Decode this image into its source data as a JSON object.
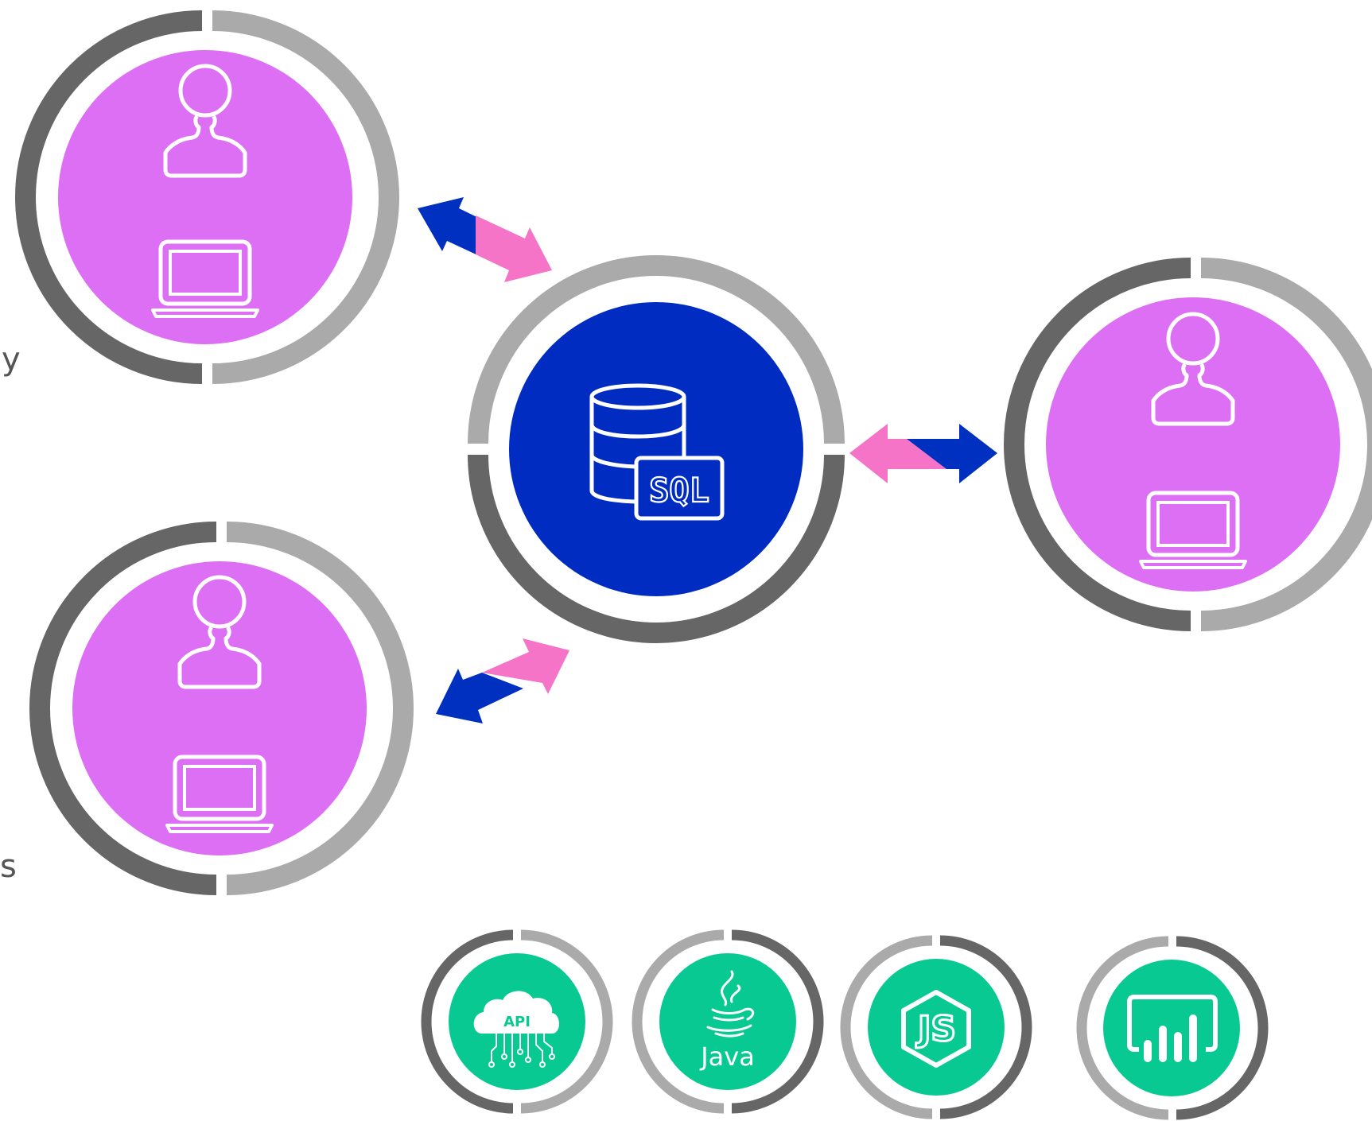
{
  "colors": {
    "ring_dark": "#666666",
    "ring_light": "#aaaaaa",
    "client_fill": "#dd6ff5",
    "db_fill": "#002cc2",
    "tech_fill": "#09c993",
    "arrow_blue": "#0030c0",
    "arrow_pink": "#f574c7",
    "icon_stroke": "#ffffff"
  },
  "nodes": {
    "client_top_left": {
      "icons": [
        "user-icon",
        "laptop-icon"
      ]
    },
    "client_bottom_left": {
      "icons": [
        "user-icon",
        "laptop-icon"
      ]
    },
    "client_right": {
      "icons": [
        "user-icon",
        "laptop-icon"
      ]
    },
    "database": {
      "icons": [
        "database-icon",
        "sql-badge-icon"
      ],
      "label": "SQL"
    }
  },
  "tech_stack": [
    {
      "icon": "api-cloud-icon",
      "label": "API"
    },
    {
      "icon": "java-icon",
      "label": "Java"
    },
    {
      "icon": "nodejs-icon",
      "label": "JS"
    },
    {
      "icon": "bar-chart-icon",
      "label": ""
    }
  ],
  "cropped_text": {
    "upper": "y",
    "lower": "s"
  }
}
